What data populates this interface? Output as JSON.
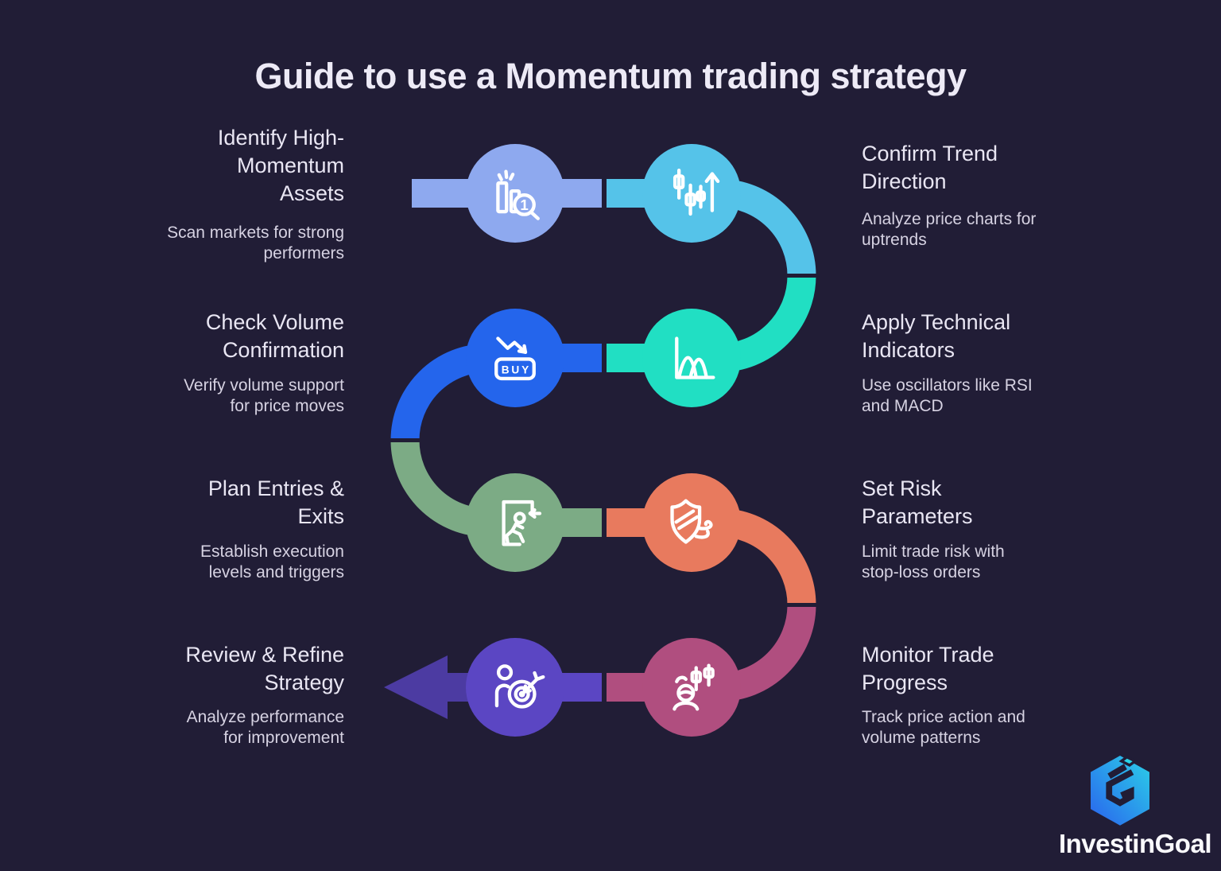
{
  "title": "Guide to use a Momentum trading strategy",
  "brand": "InvestinGoal",
  "colors": {
    "background": "#211d36",
    "heading_text": "#e9e6f3",
    "body_text": "#d6d2e2",
    "end_arrow": "#4c3ba2",
    "icon_stroke": "#ffffff",
    "logo_gradient_start": "#2a63ee",
    "logo_gradient_end": "#2bd0e8"
  },
  "steps": [
    {
      "order": 1,
      "side": "left",
      "title": "Identify High-\nMomentum\nAssets",
      "description": "Scan markets for strong\nperformers",
      "icon": "bar-chart-search-icon",
      "badge": "1",
      "color": "#8ea9ef"
    },
    {
      "order": 2,
      "side": "right",
      "title": "Confirm Trend\nDirection",
      "description": "Analyze price charts for\nuptrends",
      "icon": "candlestick-uptrend-icon",
      "color": "#55c3e9"
    },
    {
      "order": 3,
      "side": "right",
      "title": "Apply Technical\nIndicators",
      "description": "Use oscillators like RSI\nand MACD",
      "icon": "bell-curve-icon",
      "color": "#21dfc3"
    },
    {
      "order": 4,
      "side": "left",
      "title": "Check Volume\nConfirmation",
      "description": "Verify volume support\nfor price moves",
      "icon": "buy-signal-icon",
      "badge": "BUY",
      "color": "#2465ec"
    },
    {
      "order": 5,
      "side": "left",
      "title": "Plan Entries &\nExits",
      "description": "Establish execution\nlevels and triggers",
      "icon": "exit-door-runner-icon",
      "color": "#7cab85"
    },
    {
      "order": 6,
      "side": "right",
      "title": "Set Risk\nParameters",
      "description": "Limit trade risk with\nstop-loss orders",
      "icon": "shield-wind-icon",
      "color": "#e87a5e"
    },
    {
      "order": 7,
      "side": "right",
      "title": "Monitor Trade\nProgress",
      "description": "Track price action and\nvolume patterns",
      "icon": "person-watching-chart-icon",
      "color": "#b04e7f"
    },
    {
      "order": 8,
      "side": "left",
      "title": "Review & Refine\nStrategy",
      "description": "Analyze performance\nfor improvement",
      "icon": "person-target-icon",
      "color": "#5b46c3"
    }
  ]
}
